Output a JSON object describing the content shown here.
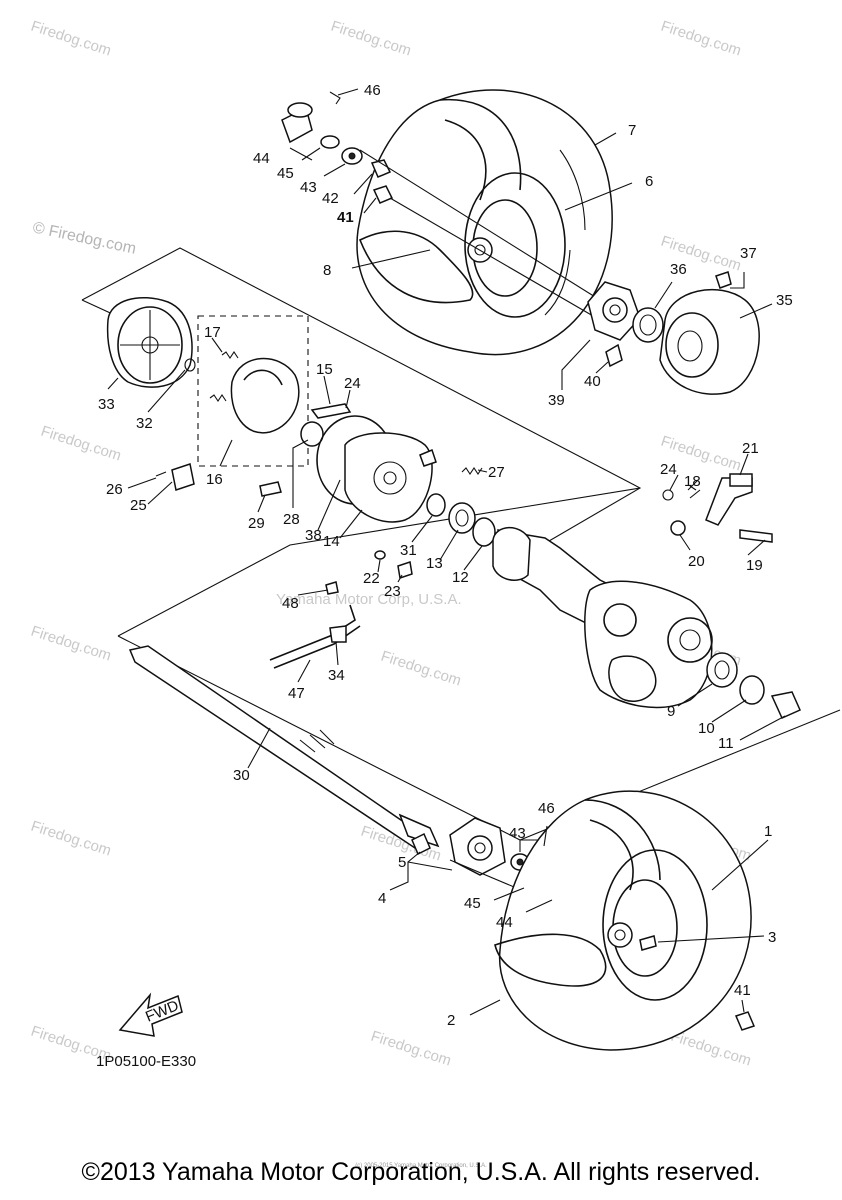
{
  "diagram": {
    "callouts": [
      "1",
      "2",
      "3",
      "4",
      "5",
      "6",
      "7",
      "8",
      "9",
      "10",
      "11",
      "12",
      "13",
      "14",
      "15",
      "16",
      "17",
      "18",
      "19",
      "20",
      "21",
      "22",
      "23",
      "24",
      "24",
      "25",
      "26",
      "27",
      "28",
      "29",
      "30",
      "31",
      "32",
      "33",
      "34",
      "35",
      "36",
      "37",
      "38",
      "39",
      "40",
      "41",
      "41",
      "42",
      "43",
      "43",
      "44",
      "44",
      "45",
      "45",
      "46",
      "46",
      "47",
      "48"
    ],
    "part_code": "1P05100-E330",
    "fwd_label": "FWD",
    "watermark": "© Firedog.com",
    "watermark_short": "Firedog.com",
    "center_watermark": "Yamaha Motor Corp, U.S.A.",
    "small_print": "(c) 2005-2015 Yamaha Motor Corporation, U.S.A."
  },
  "footer": {
    "copyright": "©2013 Yamaha Motor Corporation, U.S.A. All rights reserved."
  }
}
